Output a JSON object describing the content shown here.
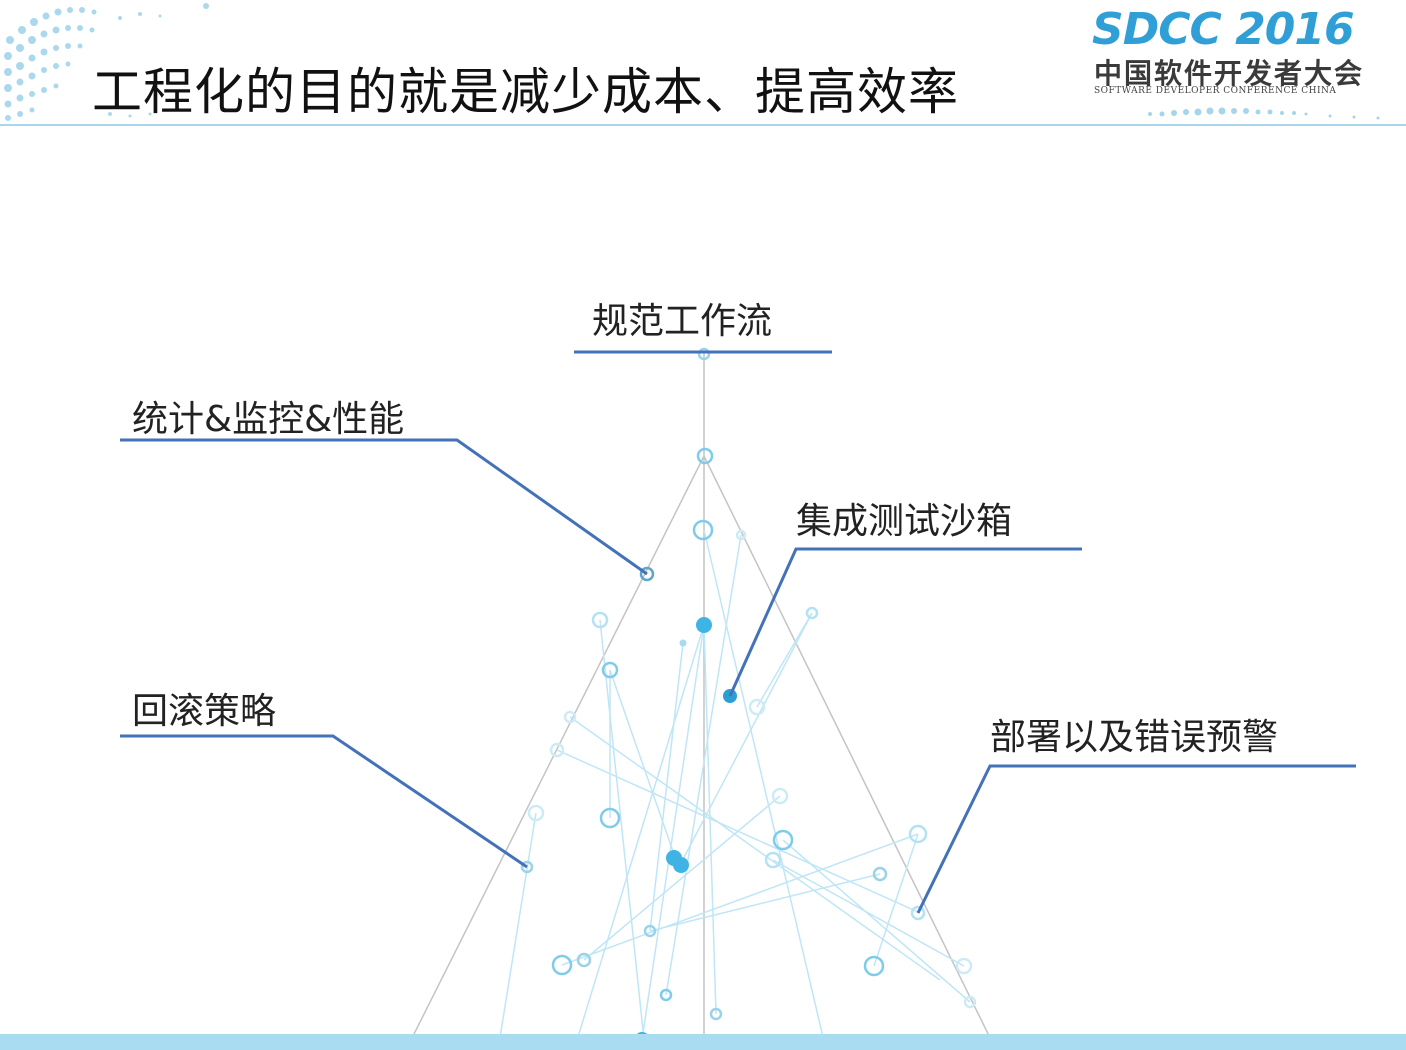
{
  "slide": {
    "title": "工程化的目的就是减少成本、提高效率"
  },
  "logo": {
    "main": "SDCC 2016",
    "sub": "中国软件开发者大会",
    "en": "SOFTWARE DEVELOPER CONFERENCE CHINA"
  },
  "labels": {
    "top": "规范工作流",
    "stats": "统计&监控&性能",
    "sandbox": "集成测试沙箱",
    "rollback": "回滚策略",
    "deploy": "部署以及错误预警"
  },
  "colors": {
    "callout_line": "#4472b8",
    "accent": "#2f9fd6",
    "footer": "#a9dcf1"
  }
}
